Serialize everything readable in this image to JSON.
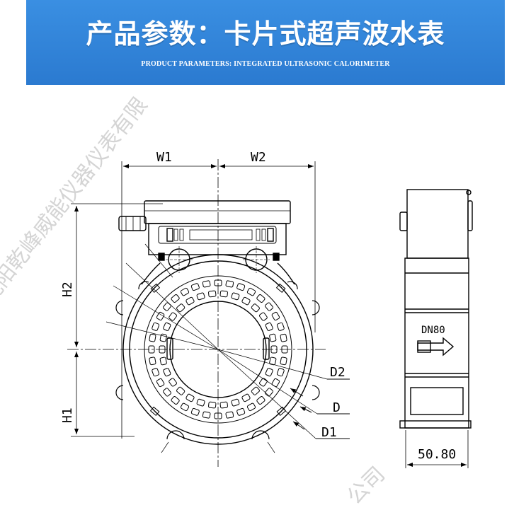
{
  "banner": {
    "title": "产品参数：卡片式超声波水表",
    "subtitle": "PRODUCT PARAMETERS: INTEGRATED ULTRASONIC CALORIMETER",
    "background_color": "#2f83d8"
  },
  "drawing": {
    "dimensions": {
      "w1": "W1",
      "w2": "W2",
      "h1": "H1",
      "h2": "H2",
      "d": "D",
      "d1": "D1",
      "d2": "D2",
      "side_width": "50.80"
    },
    "side_view_label": "DN80"
  },
  "watermarks": {
    "main": "沈阳乾峰威能仪器仪表有限",
    "corner": "公司"
  }
}
